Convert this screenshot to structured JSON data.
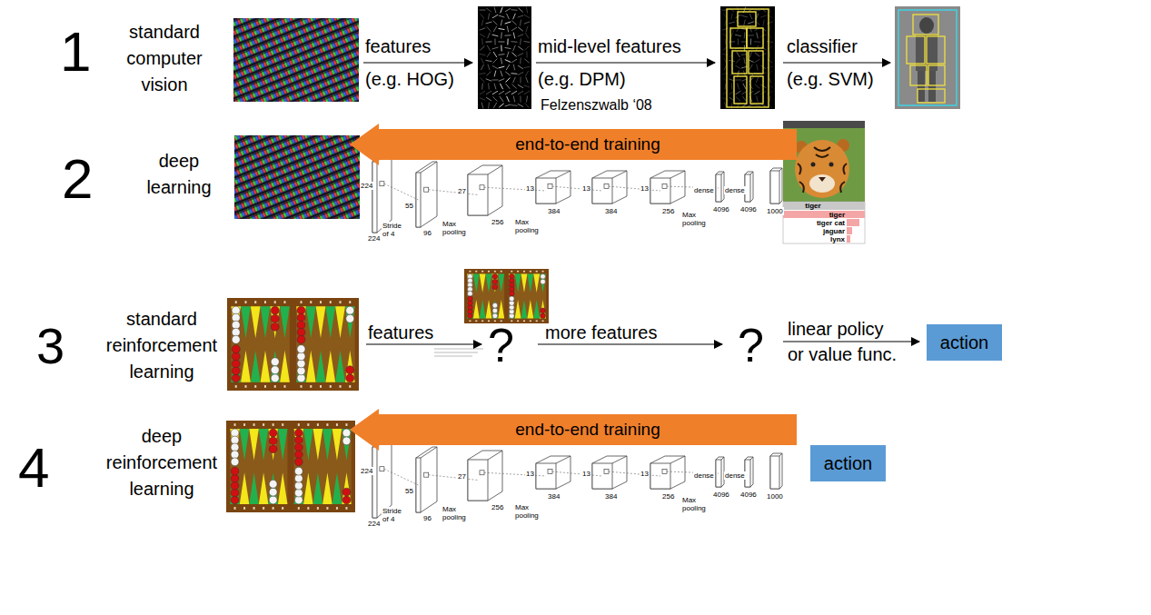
{
  "diagram": {
    "nodes": [
      {
        "text": [
          "end-to-end training"
        ]
      },
      {
        "text": [
          "action"
        ]
      },
      {
        "text": [
          "end-to-end training"
        ]
      },
      {
        "text": [
          "action"
        ]
      }
    ],
    "labels": [
      "1",
      "standard computer vision",
      "features (e.g. HOG)",
      "mid-level features (e.g. DPM)",
      "Felzenszwalb ‘08",
      "classifier (e.g. SVM)",
      "2",
      "deep learning",
      "224",
      "224",
      "Stride of 4",
      "55",
      "96",
      "Max pooling",
      "27",
      "256",
      "Max pooling",
      "13",
      "384",
      "13",
      "384",
      "13",
      "256",
      "Max pooling",
      "dense",
      "dense",
      "4096",
      "4096",
      "1000",
      "tiger",
      "tiger",
      "tiger cat",
      "jaguar",
      "lynx",
      "3",
      "standard reinforcement learning",
      "features",
      "?",
      "more features",
      "?",
      "linear policy or value func.",
      "4",
      "deep reinforcement learning",
      "224",
      "224",
      "Stride of 4",
      "55",
      "96",
      "Max pooling",
      "27",
      "256",
      "Max pooling",
      "13",
      "384",
      "13",
      "384",
      "13",
      "256",
      "Max pooling",
      "dense",
      "dense",
      "4096",
      "4096",
      "1000"
    ]
  }
}
